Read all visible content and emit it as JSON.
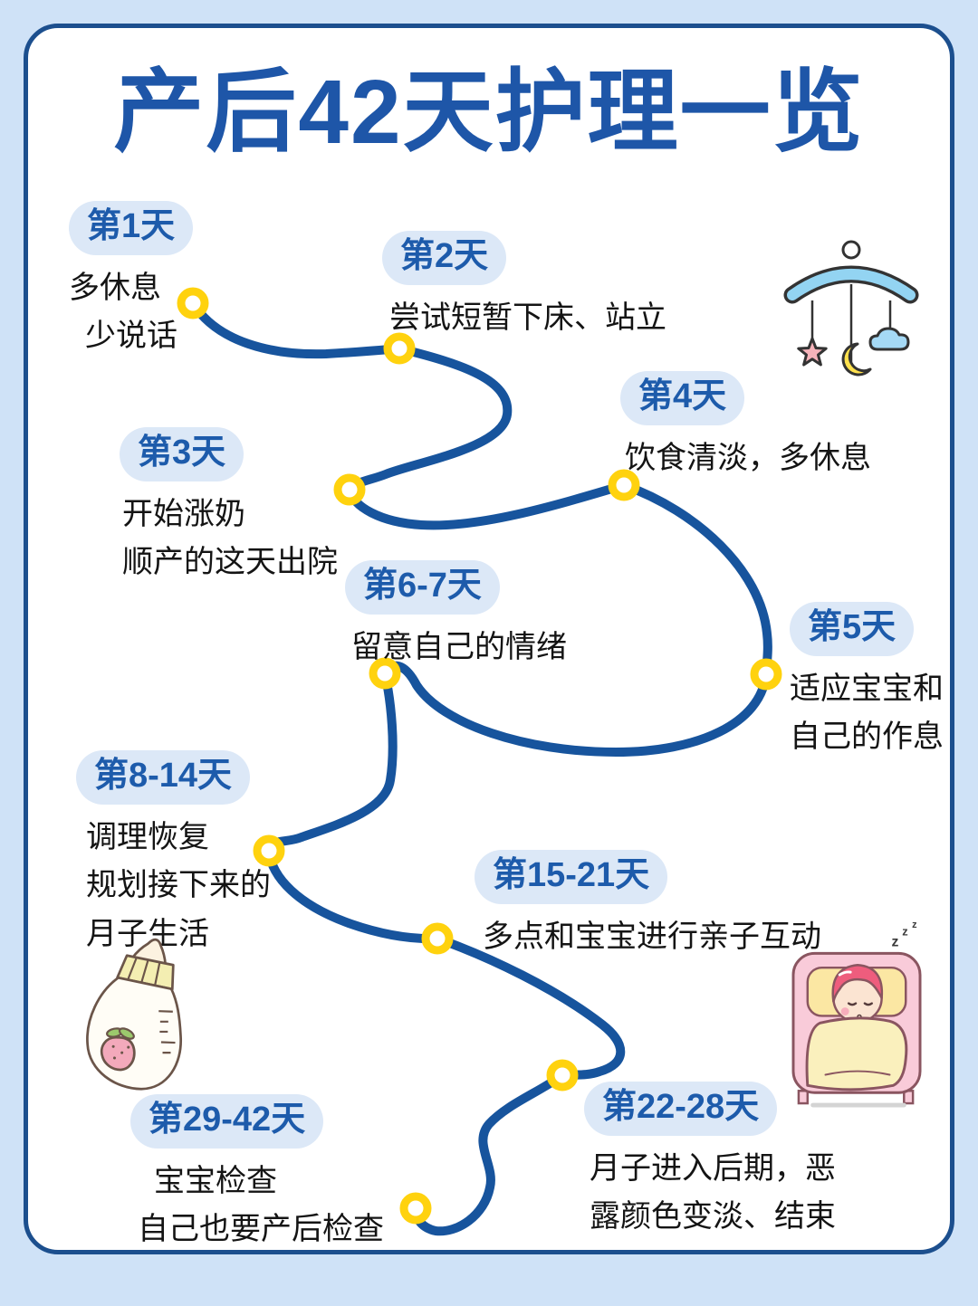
{
  "title": "产后42天护理一览",
  "milestones": [
    {
      "id": "day-1",
      "label": "第1天",
      "desc": [
        "多休息",
        "少说话"
      ]
    },
    {
      "id": "day-2",
      "label": "第2天",
      "desc": [
        "尝试短暂下床、站立"
      ]
    },
    {
      "id": "day-3",
      "label": "第3天",
      "desc": [
        "开始涨奶",
        "顺产的这天出院"
      ]
    },
    {
      "id": "day-4",
      "label": "第4天",
      "desc": [
        "饮食清淡，多休息"
      ]
    },
    {
      "id": "day-5",
      "label": "第5天",
      "desc": [
        "适应宝宝和",
        "自己的作息"
      ]
    },
    {
      "id": "day-6-7",
      "label": "第6-7天",
      "desc": [
        "留意自己的情绪"
      ]
    },
    {
      "id": "day-8-14",
      "label": "第8-14天",
      "desc": [
        "调理恢复",
        "规划接下来的",
        "月子生活"
      ]
    },
    {
      "id": "day-15-21",
      "label": "第15-21天",
      "desc": [
        "多点和宝宝进行亲子互动"
      ]
    },
    {
      "id": "day-22-28",
      "label": "第22-28天",
      "desc": [
        "月子进入后期，恶",
        "露颜色变淡、结束"
      ]
    },
    {
      "id": "day-29-42",
      "label": "第29-42天",
      "desc": [
        "宝宝检查",
        "自己也要产后检查"
      ]
    }
  ],
  "icons": {
    "top_right": "baby-mobile-icon",
    "middle_left": "baby-bottle-icon",
    "bottom_right": "sleeping-mother-icon",
    "sleep_z": "z"
  },
  "colors": {
    "background": "#cfe2f7",
    "card_border": "#1c4f8e",
    "title": "#1e56a8",
    "path": "#17549d",
    "node_ring": "#ffd20e",
    "pill_bg": "#dce8f7",
    "pill_text": "#1d5bab",
    "body_text": "#141414"
  }
}
